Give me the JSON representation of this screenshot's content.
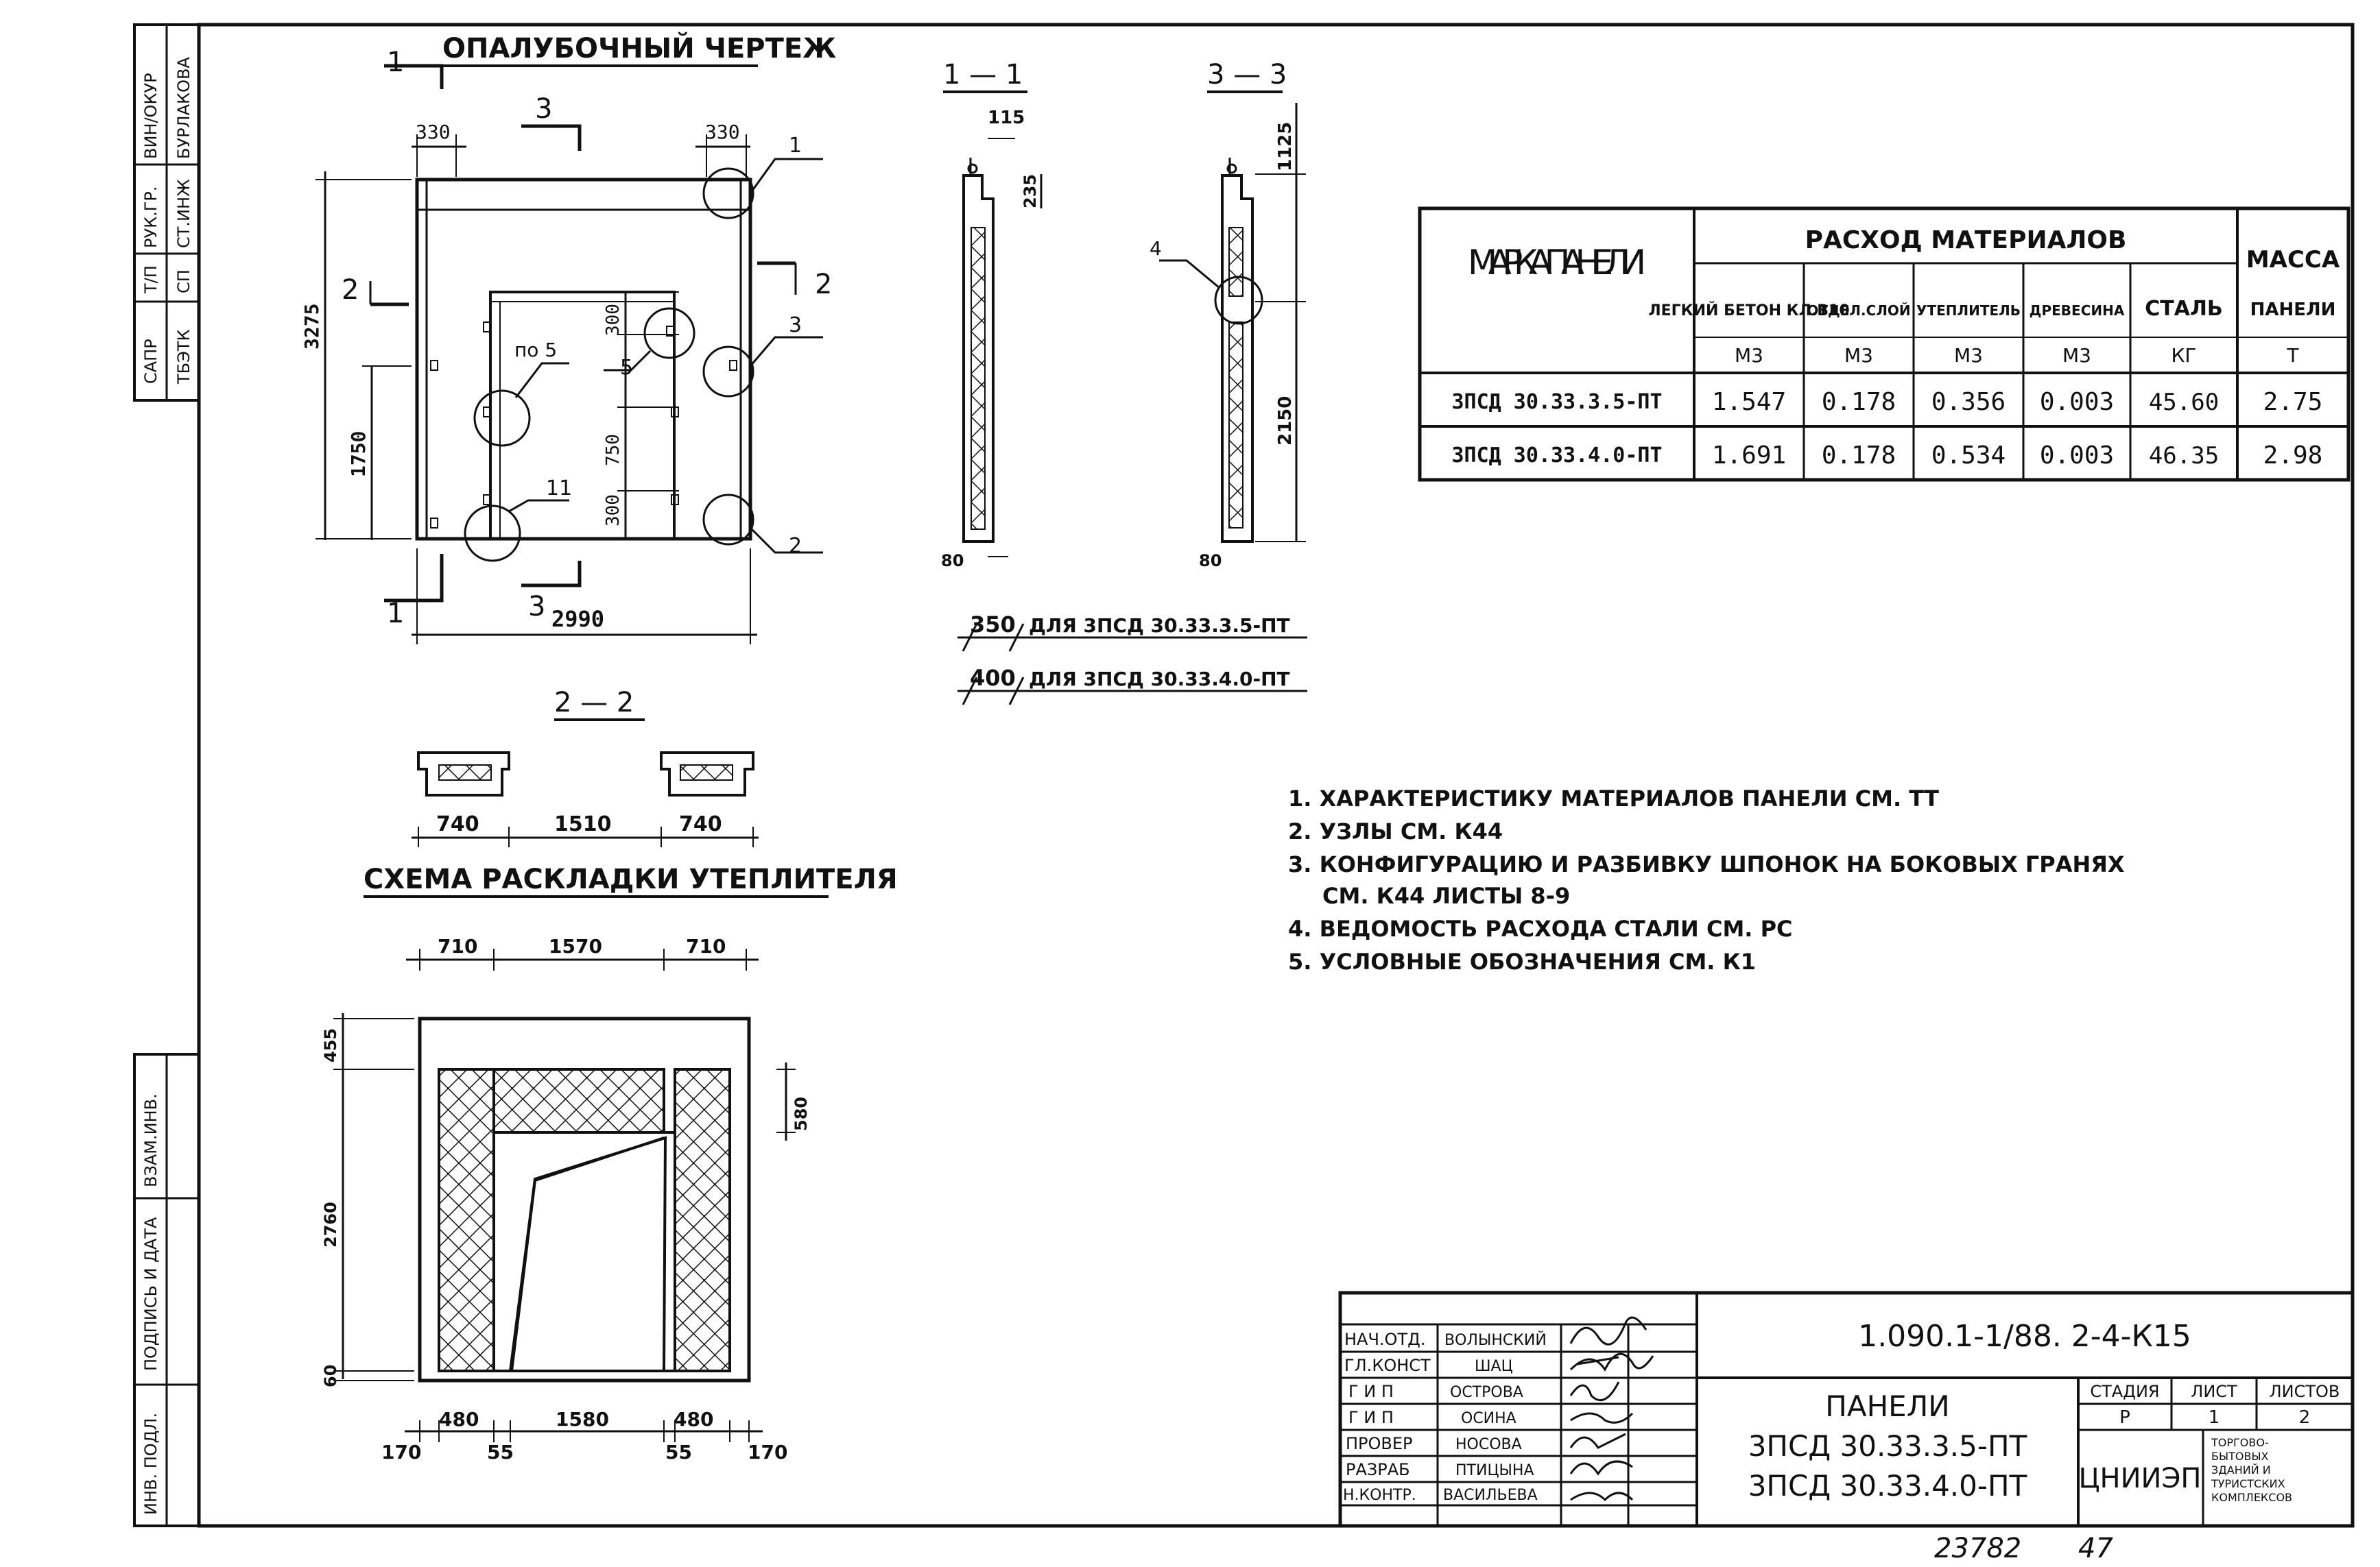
{
  "stamps": {
    "top_cells": [
      "САПР",
      "Т/П",
      "РУК.ГР.",
      "ВИН/ОКУР"
    ],
    "top_cells2": [
      "ТБЭТК",
      "СП",
      "СТ.ИНЖ",
      "БУРЛАКОВА"
    ],
    "left_cells": [
      "ИНВ. ПОДЛ.",
      "ПОДПИСЬ И ДАТА",
      "ВЗАМ.ИНВ."
    ]
  },
  "formwork": {
    "title": "ОПАЛУБОЧНЫЙ ЧЕРТЕЖ",
    "cut1": "1",
    "cut2": "2",
    "cut3": "3",
    "dims": {
      "top_left": "330",
      "top_right": "330",
      "height_total": "3275",
      "height_lower": "1750",
      "width": "2990",
      "h300a": "300",
      "h750": "750",
      "h300b": "300"
    },
    "callouts": [
      "1",
      "2",
      "3",
      "5",
      "11"
    ],
    "note_p5": "по 5"
  },
  "section11": {
    "title": "1 — 1",
    "d115": "115",
    "d235": "235",
    "d80": "80"
  },
  "section33": {
    "title": "3 — 3",
    "d1125": "1125",
    "d2150": "2150",
    "d80": "80",
    "callout": "4"
  },
  "thickness": [
    {
      "value": "350",
      "label": "ДЛЯ 3ПСД 30.33.3.5-ПТ"
    },
    {
      "value": "400",
      "label": "ДЛЯ 3ПСД 30.33.4.0-ПТ"
    }
  ],
  "section22": {
    "title": "2 — 2",
    "d1": "740",
    "d2": "1510",
    "d3": "740"
  },
  "insulation": {
    "title": "СХЕМА РАСКЛАДКИ УТЕПЛИТЕЛЯ",
    "top": [
      "710",
      "1570",
      "710"
    ],
    "left": [
      "455",
      "2760",
      "60"
    ],
    "right": "580",
    "bottom1": [
      "480",
      "1580",
      "480"
    ],
    "bottom2": [
      "170",
      "55",
      "55",
      "170"
    ]
  },
  "materials_table": {
    "col_mark": "МАРКА ПАНЕЛИ",
    "group": "РАСХОД МАТЕРИАЛОВ",
    "col_mass": "МАССА",
    "sub": [
      {
        "name": "ЛЕГКИЙ БЕТОН КЛ.В10",
        "unit": "М3"
      },
      {
        "name": "ОТДЕЛ.СЛОЙ",
        "unit": "М3"
      },
      {
        "name": "УТЕПЛИТЕЛЬ",
        "unit": "М3"
      },
      {
        "name": "ДРЕВЕСИНА",
        "unit": "М3"
      },
      {
        "name": "СТАЛЬ",
        "unit": "КГ"
      },
      {
        "name": "ПАНЕЛИ",
        "unit": "Т"
      }
    ],
    "rows": [
      [
        "3ПСД 30.33.3.5-ПТ",
        "1.547",
        "0.178",
        "0.356",
        "0.003",
        "45.60",
        "2.75"
      ],
      [
        "3ПСД 30.33.4.0-ПТ",
        "1.691",
        "0.178",
        "0.534",
        "0.003",
        "46.35",
        "2.98"
      ]
    ]
  },
  "notes": [
    "1. ХАРАКТЕРИСТИКУ МАТЕРИАЛОВ ПАНЕЛИ СМ. ТТ",
    "2. УЗЛЫ СМ. К44",
    "3. КОНФИГУРАЦИЮ И РАЗБИВКУ ШПОНОК НА БОКОВЫХ ГРАНЯХ",
    "СМ. К44 ЛИСТЫ 8-9",
    "4. ВЕДОМОСТЬ РАСХОДА СТАЛИ СМ. РС",
    "5. УСЛОВНЫЕ ОБОЗНАЧЕНИЯ СМ. К1"
  ],
  "title_block": {
    "roles": [
      {
        "role": "НАЧ.ОТД.",
        "name": "ВОЛЫНСКИЙ"
      },
      {
        "role": "ГЛ.КОНСТ",
        "name": "ШАЦ"
      },
      {
        "role": "Г И П",
        "name": "ОСТРОВА"
      },
      {
        "role": "Г И П",
        "name": "ОСИНА"
      },
      {
        "role": "ПРОВЕР",
        "name": "НОСОВА"
      },
      {
        "role": "РАЗРАБ",
        "name": "ПТИЦЫНА"
      },
      {
        "role": "Н.КОНТР.",
        "name": "ВАСИЛЬЕВА"
      }
    ],
    "code": "1.090.1-1/88. 2-4-К15",
    "doc_title": [
      "ПАНЕЛИ",
      "3ПСД 30.33.3.5-ПТ",
      "3ПСД 30.33.4.0-ПТ"
    ],
    "stage_h": "СТАДИЯ",
    "sheet_h": "ЛИСТ",
    "sheets_h": "ЛИСТОВ",
    "stage": "Р",
    "sheet": "1",
    "sheets": "2",
    "org": "ЦНИИЭП",
    "org_desc": [
      "ТОРГОВО-",
      "БЫТОВЫХ",
      "ЗДАНИЙ И",
      "ТУРИСТСКИХ",
      "КОМПЛЕКСОВ"
    ]
  },
  "footer": {
    "inv": "23782",
    "page": "47"
  }
}
